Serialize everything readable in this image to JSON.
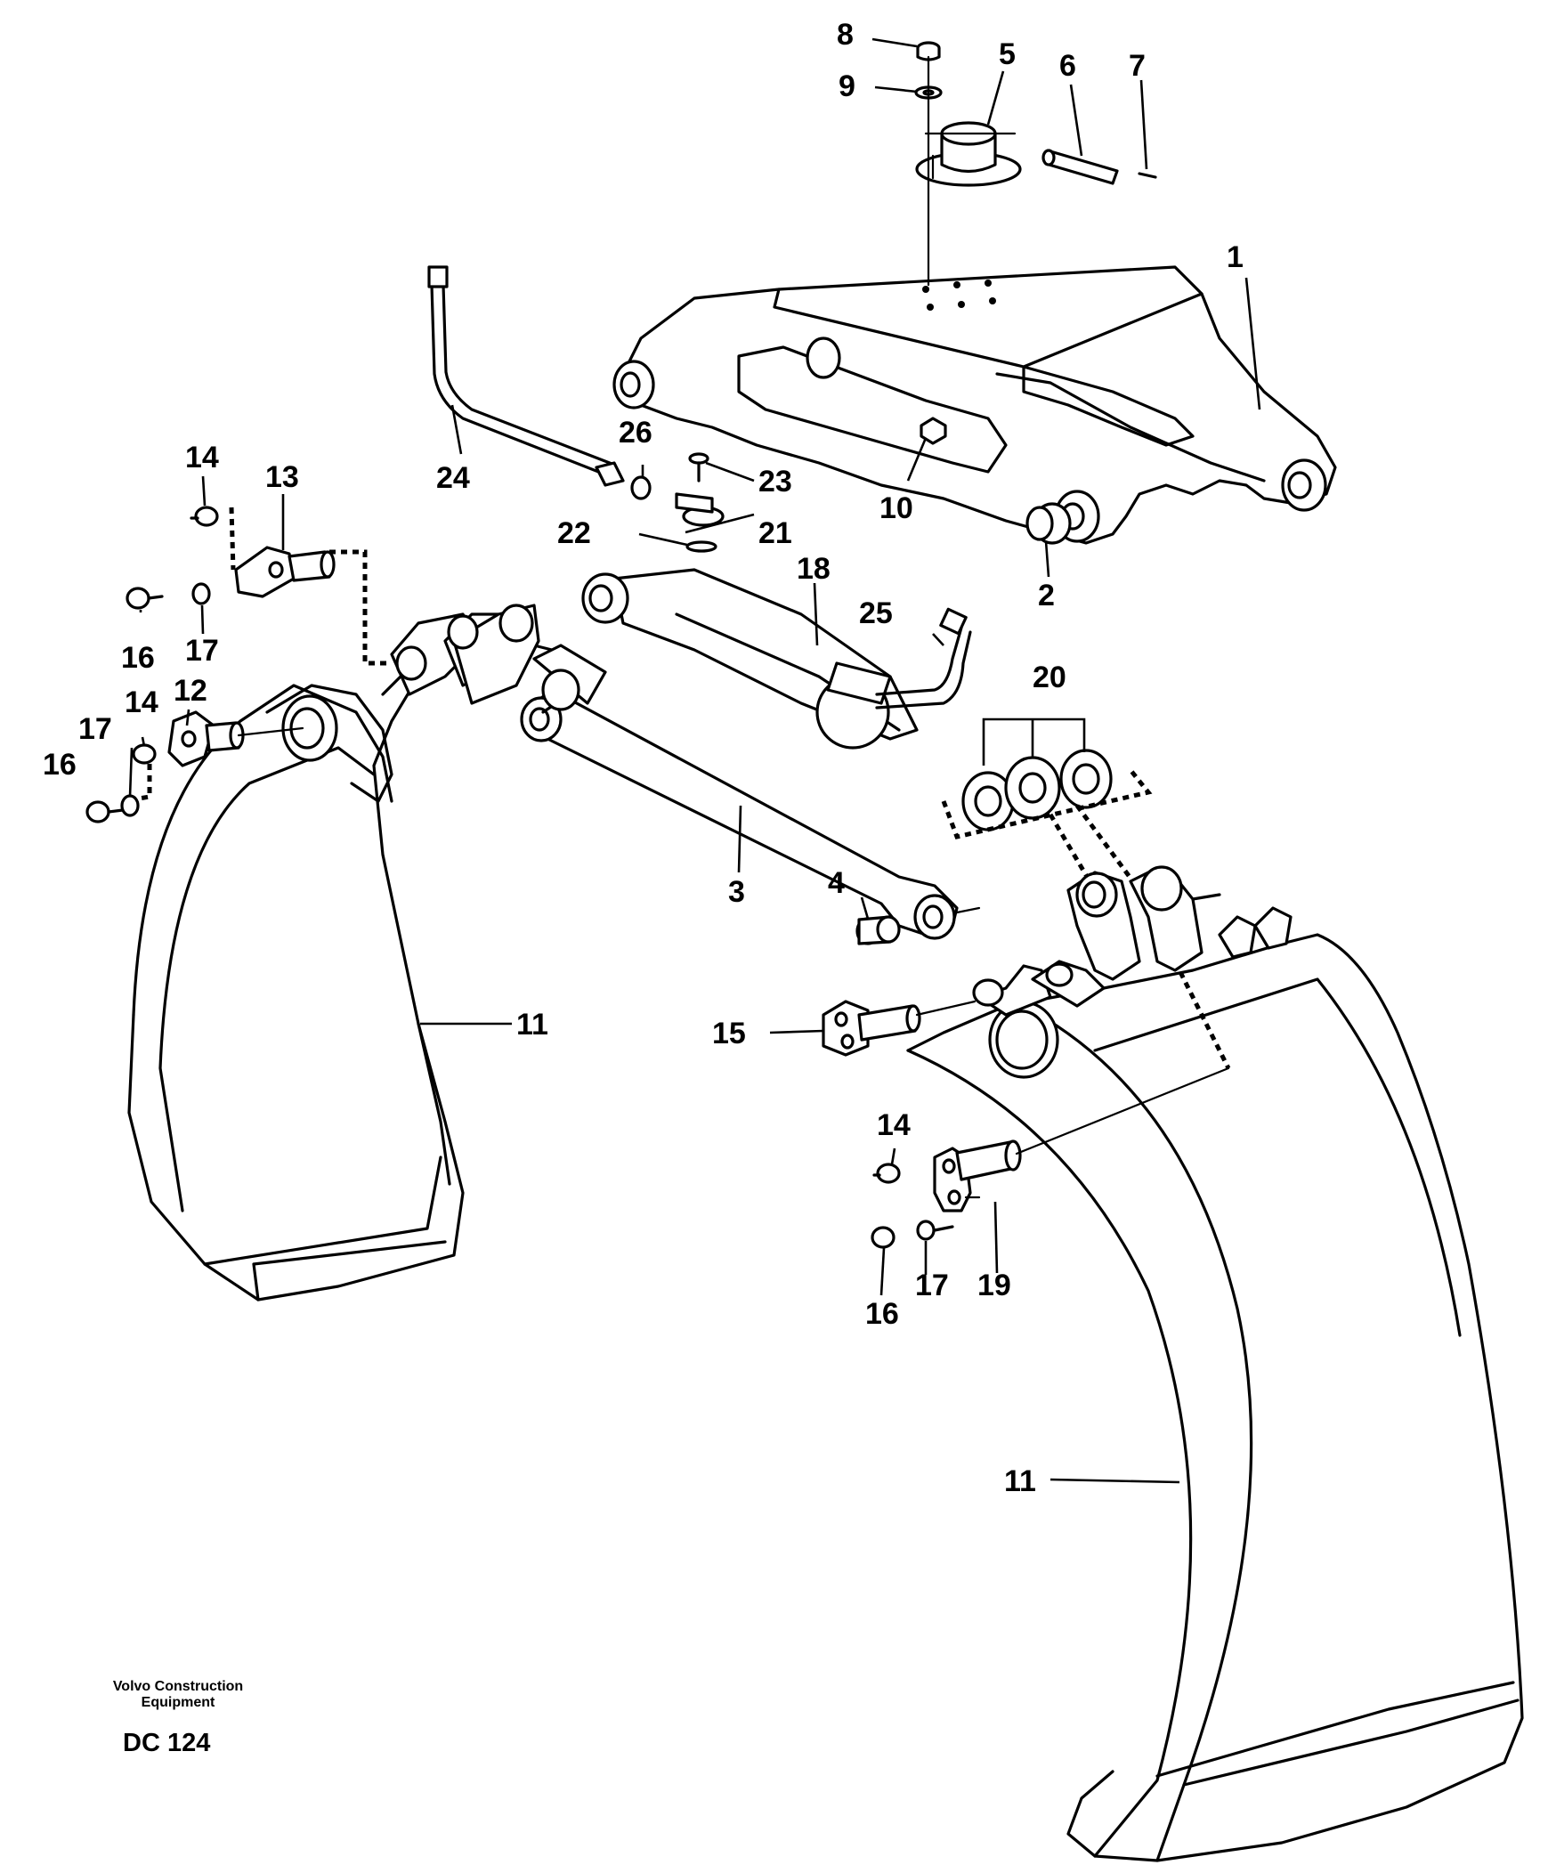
{
  "footer": {
    "brand_line1": "Volvo Construction",
    "brand_line2": "Equipment",
    "drawing_code": "DC 124"
  },
  "callouts": [
    {
      "id": "c1",
      "label": "1"
    },
    {
      "id": "c2",
      "label": "2"
    },
    {
      "id": "c3",
      "label": "3"
    },
    {
      "id": "c4",
      "label": "4"
    },
    {
      "id": "c5",
      "label": "5"
    },
    {
      "id": "c6",
      "label": "6"
    },
    {
      "id": "c7",
      "label": "7"
    },
    {
      "id": "c8",
      "label": "8"
    },
    {
      "id": "c9",
      "label": "9"
    },
    {
      "id": "c10",
      "label": "10"
    },
    {
      "id": "c11a",
      "label": "11"
    },
    {
      "id": "c11b",
      "label": "11"
    },
    {
      "id": "c12",
      "label": "12"
    },
    {
      "id": "c13",
      "label": "13"
    },
    {
      "id": "c14a",
      "label": "14"
    },
    {
      "id": "c14b",
      "label": "14"
    },
    {
      "id": "c14c",
      "label": "14"
    },
    {
      "id": "c15",
      "label": "15"
    },
    {
      "id": "c16a",
      "label": "16"
    },
    {
      "id": "c16b",
      "label": "16"
    },
    {
      "id": "c16c",
      "label": "16"
    },
    {
      "id": "c17a",
      "label": "17"
    },
    {
      "id": "c17b",
      "label": "17"
    },
    {
      "id": "c17c",
      "label": "17"
    },
    {
      "id": "c18",
      "label": "18"
    },
    {
      "id": "c19",
      "label": "19"
    },
    {
      "id": "c20",
      "label": "20"
    },
    {
      "id": "c21",
      "label": "21"
    },
    {
      "id": "c22",
      "label": "22"
    },
    {
      "id": "c23",
      "label": "23"
    },
    {
      "id": "c24",
      "label": "24"
    },
    {
      "id": "c25",
      "label": "25"
    },
    {
      "id": "c26",
      "label": "26"
    }
  ]
}
